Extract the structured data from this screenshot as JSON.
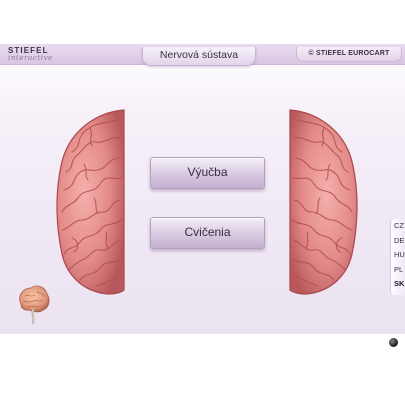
{
  "header": {
    "logo_main": "STIEFEL",
    "logo_sub": "interactive",
    "title": "Nervová sústava",
    "copyright": "© STIEFEL EUROCART"
  },
  "menu": {
    "learn_label": "Výučba",
    "exercise_label": "Cvičenia"
  },
  "languages": [
    {
      "code": "CZ",
      "active": false
    },
    {
      "code": "DE",
      "active": false
    },
    {
      "code": "HU",
      "active": false
    },
    {
      "code": "PL",
      "active": false
    },
    {
      "code": "SK",
      "active": true
    }
  ],
  "colors": {
    "header_bg": "#dccbe6",
    "brain_pink": "#e98f8c",
    "brain_dark": "#b04c50",
    "button_top": "#f4eff7",
    "button_bottom": "#c3b0cf"
  },
  "icons": {
    "home": "brain-home-icon",
    "nav": "dot-icon"
  }
}
